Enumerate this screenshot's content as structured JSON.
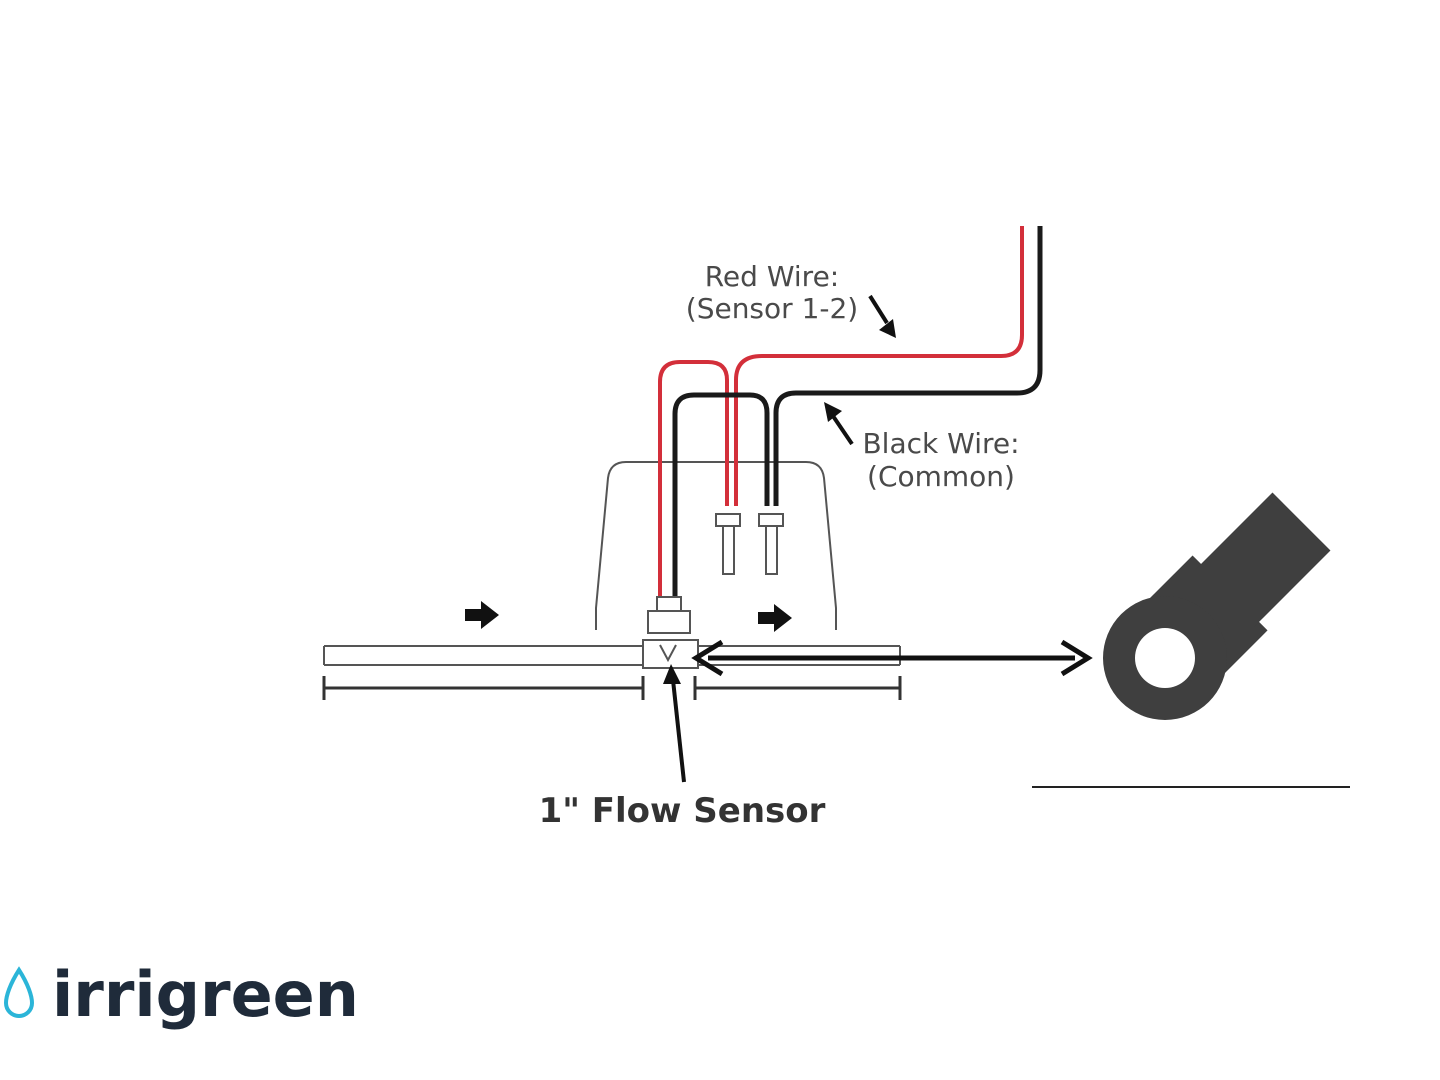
{
  "diagram": {
    "labels": {
      "red_wire_line1": "Red Wire:",
      "red_wire_line2": "(Sensor 1-2)",
      "black_wire_line1": "Black Wire:",
      "black_wire_line2": "(Common)",
      "flow_sensor": "1\" Flow Sensor"
    },
    "colors": {
      "red_wire": "#d32f3a",
      "black_wire": "#1a1a1a",
      "outline": "#555555",
      "terminal_icon": "#3f3f3f",
      "brand_drop": "#2bb5d8",
      "brand_text": "#1f2b3a"
    },
    "icons": {
      "terminal": "ring-terminal-icon",
      "flow_arrow": "arrow-right-icon",
      "double_arrow": "double-arrow-icon"
    }
  },
  "brand": {
    "name": "irrigreen",
    "icon": "water-drop-icon"
  }
}
